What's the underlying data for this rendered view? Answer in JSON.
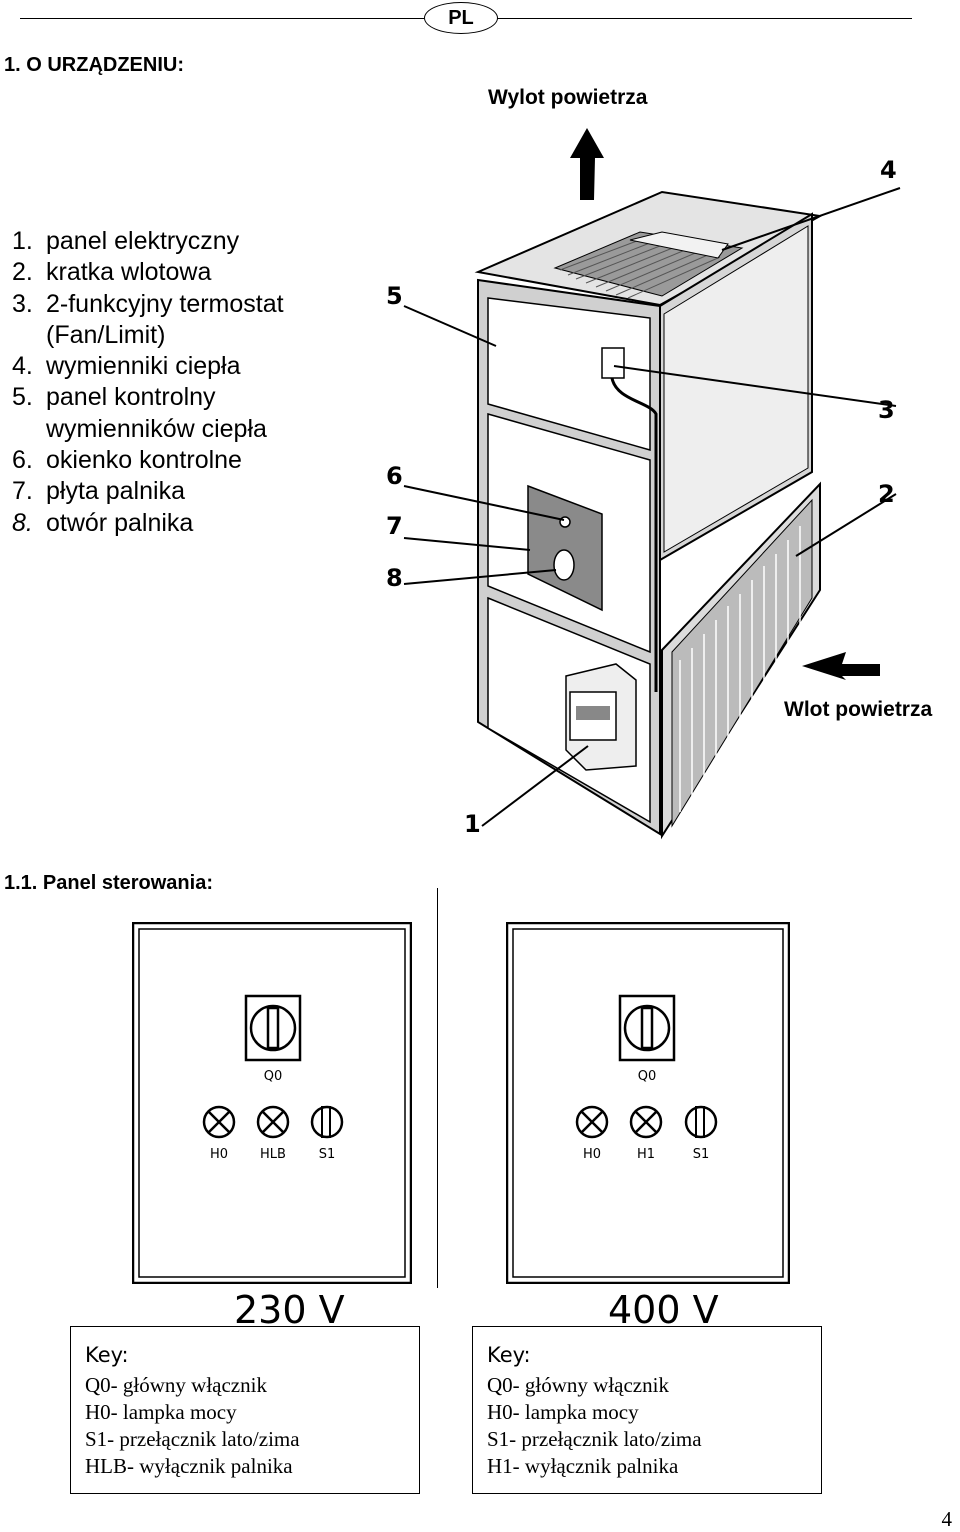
{
  "header": {
    "language_badge": "PL"
  },
  "section_title": "1. O URZĄDZENIU:",
  "parts_list": [
    {
      "num": "1.",
      "text": "panel elektryczny"
    },
    {
      "num": "2.",
      "text": "kratka wlotowa"
    },
    {
      "num": "3.",
      "text": "2-funkcyjny termostat"
    },
    {
      "num": "",
      "text": "(Fan/Limit)"
    },
    {
      "num": "4.",
      "text": "wymienniki ciepła"
    },
    {
      "num": "5.",
      "text": "panel kontrolny"
    },
    {
      "num": "",
      "text": "wymienników ciepła"
    },
    {
      "num": "6.",
      "text": "okienko kontrolne"
    },
    {
      "num": "7.",
      "text": "płyta palnika"
    },
    {
      "num": "8.",
      "text": "otwór palnika"
    }
  ],
  "diagram": {
    "outlet_label": "Wylot powietrza",
    "inlet_label": "Wlot powietrza",
    "callouts": [
      "1",
      "2",
      "3",
      "4",
      "5",
      "6",
      "7",
      "8"
    ]
  },
  "subsection_title": "1.1. Panel sterowania:",
  "panels": [
    {
      "switch_label": "Q0",
      "indicators": [
        "H0",
        "HLB",
        "S1"
      ],
      "voltage": "230 V",
      "key_title": "Key:",
      "key_lines": [
        "Q0- główny włącznik",
        "H0- lampka mocy",
        "S1- przełącznik lato/zima",
        "HLB- wyłącznik palnika"
      ]
    },
    {
      "switch_label": "Q0",
      "indicators": [
        "H0",
        "H1",
        "S1"
      ],
      "voltage": "400 V",
      "key_title": "Key:",
      "key_lines": [
        "Q0- główny włącznik",
        "H0- lampka mocy",
        "S1- przełącznik lato/zima",
        "H1- wyłącznik palnika"
      ]
    }
  ],
  "page_number": "4"
}
